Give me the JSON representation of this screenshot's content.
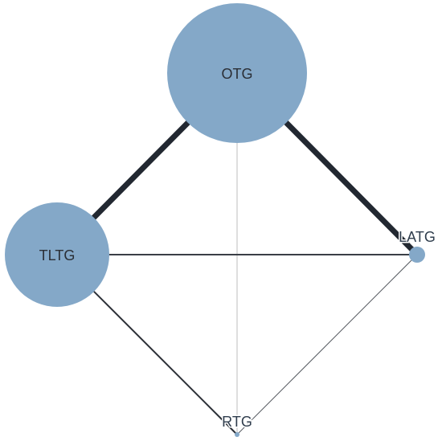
{
  "diagram": {
    "type": "network-graph",
    "node_color": "#84a8c8",
    "nodes": [
      {
        "id": "OTG",
        "label": "OTG",
        "size": "large"
      },
      {
        "id": "TLTG",
        "label": "TLTG",
        "size": "large"
      },
      {
        "id": "LATG",
        "label": "LATG",
        "size": "small"
      },
      {
        "id": "RTG",
        "label": "RTG",
        "size": "tiny"
      }
    ],
    "edges": [
      {
        "from": "OTG",
        "to": "TLTG",
        "weight": "heavy",
        "color": "#222831"
      },
      {
        "from": "OTG",
        "to": "LATG",
        "weight": "heavy",
        "color": "#222831"
      },
      {
        "from": "OTG",
        "to": "RTG",
        "weight": "faint",
        "color": "#c8c8c8"
      },
      {
        "from": "TLTG",
        "to": "LATG",
        "weight": "medium",
        "color": "#3a3f46"
      },
      {
        "from": "TLTG",
        "to": "RTG",
        "weight": "medium",
        "color": "#2b2f36"
      },
      {
        "from": "LATG",
        "to": "RTG",
        "weight": "light",
        "color": "#555a60"
      }
    ]
  }
}
